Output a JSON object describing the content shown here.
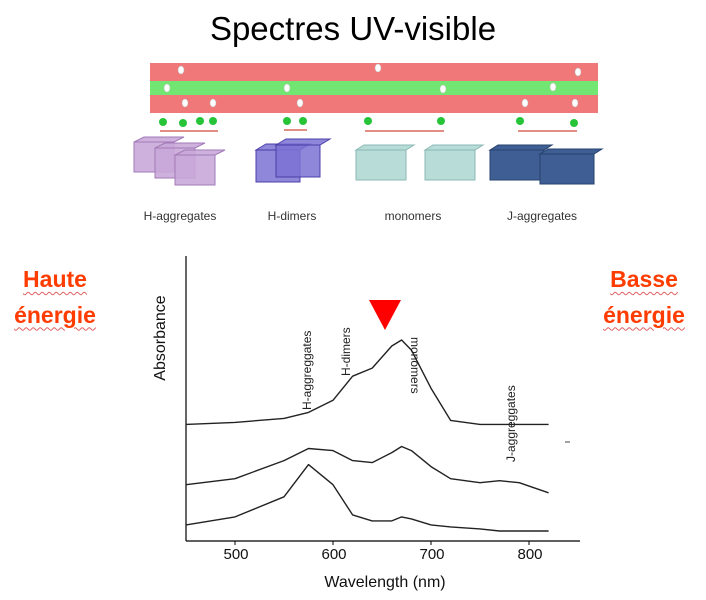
{
  "title": "Spectres UV-visible",
  "left_label": [
    "Haute",
    "énergie"
  ],
  "right_label": [
    "Basse",
    "énergie"
  ],
  "aggregates": [
    {
      "label": "H-aggregates",
      "color": "#c9a8d8"
    },
    {
      "label": "H-dimers",
      "color": "#7b72d4"
    },
    {
      "label": "monomers",
      "color": "#b8dcd8"
    },
    {
      "label": "J-aggregates",
      "color": "#3f5f94"
    }
  ],
  "membrane_colors": {
    "outer": "#f07878",
    "middle": "#72e672",
    "dot": "#27c43a"
  },
  "plot": {
    "ylabel": "Absorbance",
    "xlabel": "Wavelength (nm)",
    "xticks": [
      "500",
      "600",
      "700",
      "800"
    ],
    "curve_labels": [
      "H-aggreggates",
      "H-dimers",
      "monomers",
      "J-aggreggates"
    ],
    "marker_color": "#ff0000"
  },
  "chart_data": {
    "type": "line",
    "xlim": [
      450,
      830
    ],
    "x": [
      450,
      500,
      550,
      575,
      600,
      620,
      640,
      660,
      670,
      680,
      700,
      720,
      750,
      770,
      790,
      820
    ],
    "series": [
      {
        "values": [
          0.58,
          0.59,
          0.61,
          0.64,
          0.7,
          0.82,
          0.86,
          0.97,
          1.0,
          0.95,
          0.76,
          0.6,
          0.58,
          0.58,
          0.58,
          0.58
        ]
      },
      {
        "values": [
          0.28,
          0.31,
          0.4,
          0.46,
          0.45,
          0.4,
          0.39,
          0.44,
          0.47,
          0.45,
          0.37,
          0.31,
          0.29,
          0.3,
          0.29,
          0.24
        ]
      },
      {
        "values": [
          0.08,
          0.12,
          0.22,
          0.38,
          0.28,
          0.13,
          0.1,
          0.1,
          0.12,
          0.11,
          0.08,
          0.07,
          0.06,
          0.05,
          0.05,
          0.05
        ]
      }
    ]
  }
}
